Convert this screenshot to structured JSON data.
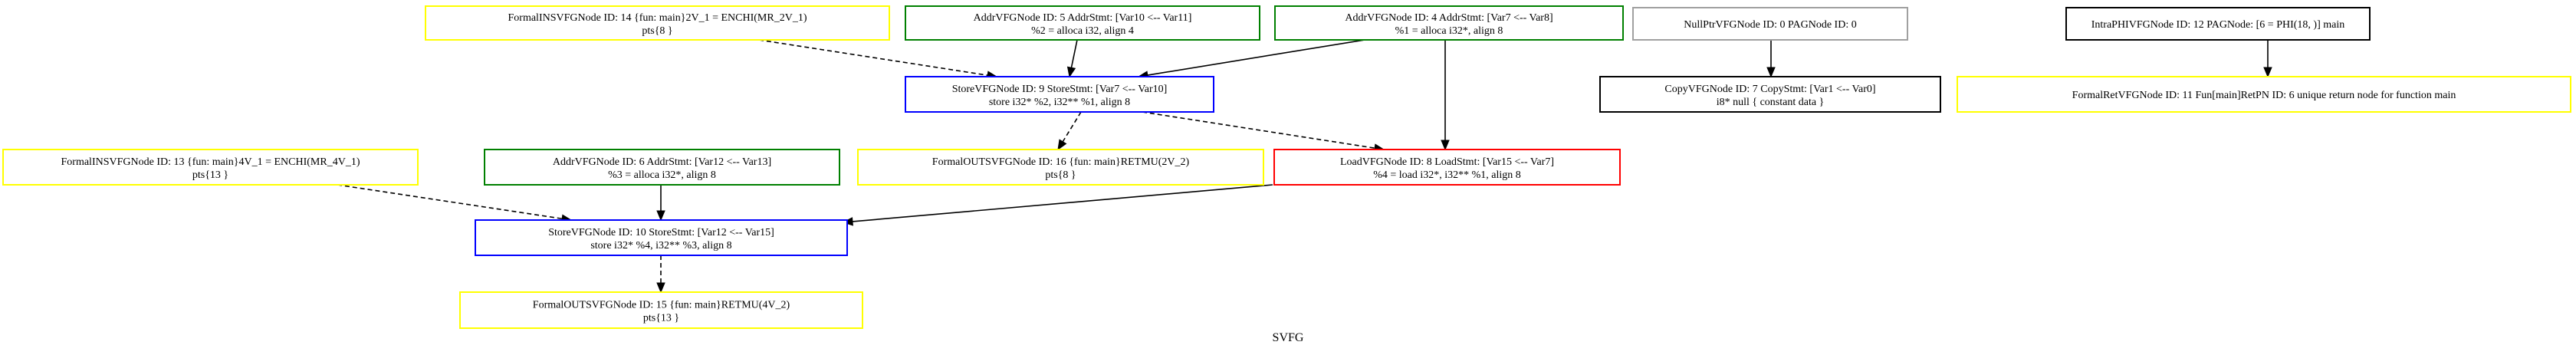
{
  "graph_title": "SVFG",
  "colors": {
    "yellow": "#ffff00",
    "green": "#008000",
    "blue": "#0000ff",
    "red": "#ff0000",
    "black": "#000000",
    "grey": "#a0a0a0"
  },
  "nodes": [
    {
      "id": "n14",
      "name": "formal-in-svfg-node-14",
      "color": "yellow",
      "line1": "FormalINSVFGNode ID: 14 {fun: main}2V_1 = ENCHI(MR_2V_1)",
      "line2": "pts{8 }"
    },
    {
      "id": "n5",
      "name": "addr-vfg-node-5",
      "color": "green",
      "line1": "AddrVFGNode ID: 5 AddrStmt: [Var10 <-- Var11]",
      "line2": "%2 = alloca i32, align 4"
    },
    {
      "id": "n4",
      "name": "addr-vfg-node-4",
      "color": "green",
      "line1": "AddrVFGNode ID: 4 AddrStmt: [Var7 <-- Var8]",
      "line2": "%1 = alloca i32*, align 8"
    },
    {
      "id": "n0",
      "name": "null-ptr-vfg-node-0",
      "color": "grey",
      "line1": "NullPtrVFGNode ID: 0 PAGNode ID: 0",
      "line2": ""
    },
    {
      "id": "n12",
      "name": "intra-phi-vfg-node-12",
      "color": "black",
      "line1": "IntraPHIVFGNode ID: 12 PAGNode: [6 = PHI(18, )] main",
      "line2": ""
    },
    {
      "id": "n9",
      "name": "store-vfg-node-9",
      "color": "blue",
      "line1": "StoreVFGNode ID: 9 StoreStmt: [Var7 <-- Var10]",
      "line2": "store i32* %2, i32** %1, align 8"
    },
    {
      "id": "n7",
      "name": "copy-vfg-node-7",
      "color": "black",
      "line1": "CopyVFGNode ID: 7 CopyStmt: [Var1 <-- Var0]",
      "line2": "i8* null { constant data }"
    },
    {
      "id": "n11",
      "name": "formal-ret-vfg-node-11",
      "color": "yellow",
      "line1": "FormalRetVFGNode ID: 11 Fun[main]RetPN ID: 6 unique return node for function main",
      "line2": ""
    },
    {
      "id": "n13",
      "name": "formal-in-svfg-node-13",
      "color": "yellow",
      "line1": "FormalINSVFGNode ID: 13 {fun: main}4V_1 = ENCHI(MR_4V_1)",
      "line2": "pts{13 }"
    },
    {
      "id": "n6",
      "name": "addr-vfg-node-6",
      "color": "green",
      "line1": "AddrVFGNode ID: 6 AddrStmt: [Var12 <-- Var13]",
      "line2": "%3 = alloca i32*, align 8"
    },
    {
      "id": "n16",
      "name": "formal-out-svfg-node-16",
      "color": "yellow",
      "line1": "FormalOUTSVFGNode ID: 16 {fun: main}RETMU(2V_2)",
      "line2": "pts{8 }"
    },
    {
      "id": "n8",
      "name": "load-vfg-node-8",
      "color": "red",
      "line1": "LoadVFGNode ID: 8 LoadStmt: [Var15 <-- Var7]",
      "line2": "%4 = load i32*, i32** %1, align 8"
    },
    {
      "id": "n10",
      "name": "store-vfg-node-10",
      "color": "blue",
      "line1": "StoreVFGNode ID: 10 StoreStmt: [Var12 <-- Var15]",
      "line2": "store i32* %4, i32** %3, align 8"
    },
    {
      "id": "n15",
      "name": "formal-out-svfg-node-15",
      "color": "yellow",
      "line1": "FormalOUTSVFGNode ID: 15 {fun: main}RETMU(4V_2)",
      "line2": "pts{13 }"
    }
  ],
  "edges": [
    {
      "from": "n14",
      "to": "n9",
      "style": "dashed"
    },
    {
      "from": "n5",
      "to": "n9",
      "style": "solid"
    },
    {
      "from": "n4",
      "to": "n9",
      "style": "solid"
    },
    {
      "from": "n4",
      "to": "n8",
      "style": "solid"
    },
    {
      "from": "n0",
      "to": "n7",
      "style": "solid"
    },
    {
      "from": "n12",
      "to": "n11",
      "style": "solid"
    },
    {
      "from": "n9",
      "to": "n16",
      "style": "dashed"
    },
    {
      "from": "n9",
      "to": "n8",
      "style": "dashed"
    },
    {
      "from": "n13",
      "to": "n10",
      "style": "dashed"
    },
    {
      "from": "n6",
      "to": "n10",
      "style": "solid"
    },
    {
      "from": "n8",
      "to": "n10",
      "style": "solid"
    },
    {
      "from": "n10",
      "to": "n15",
      "style": "dashed"
    }
  ]
}
